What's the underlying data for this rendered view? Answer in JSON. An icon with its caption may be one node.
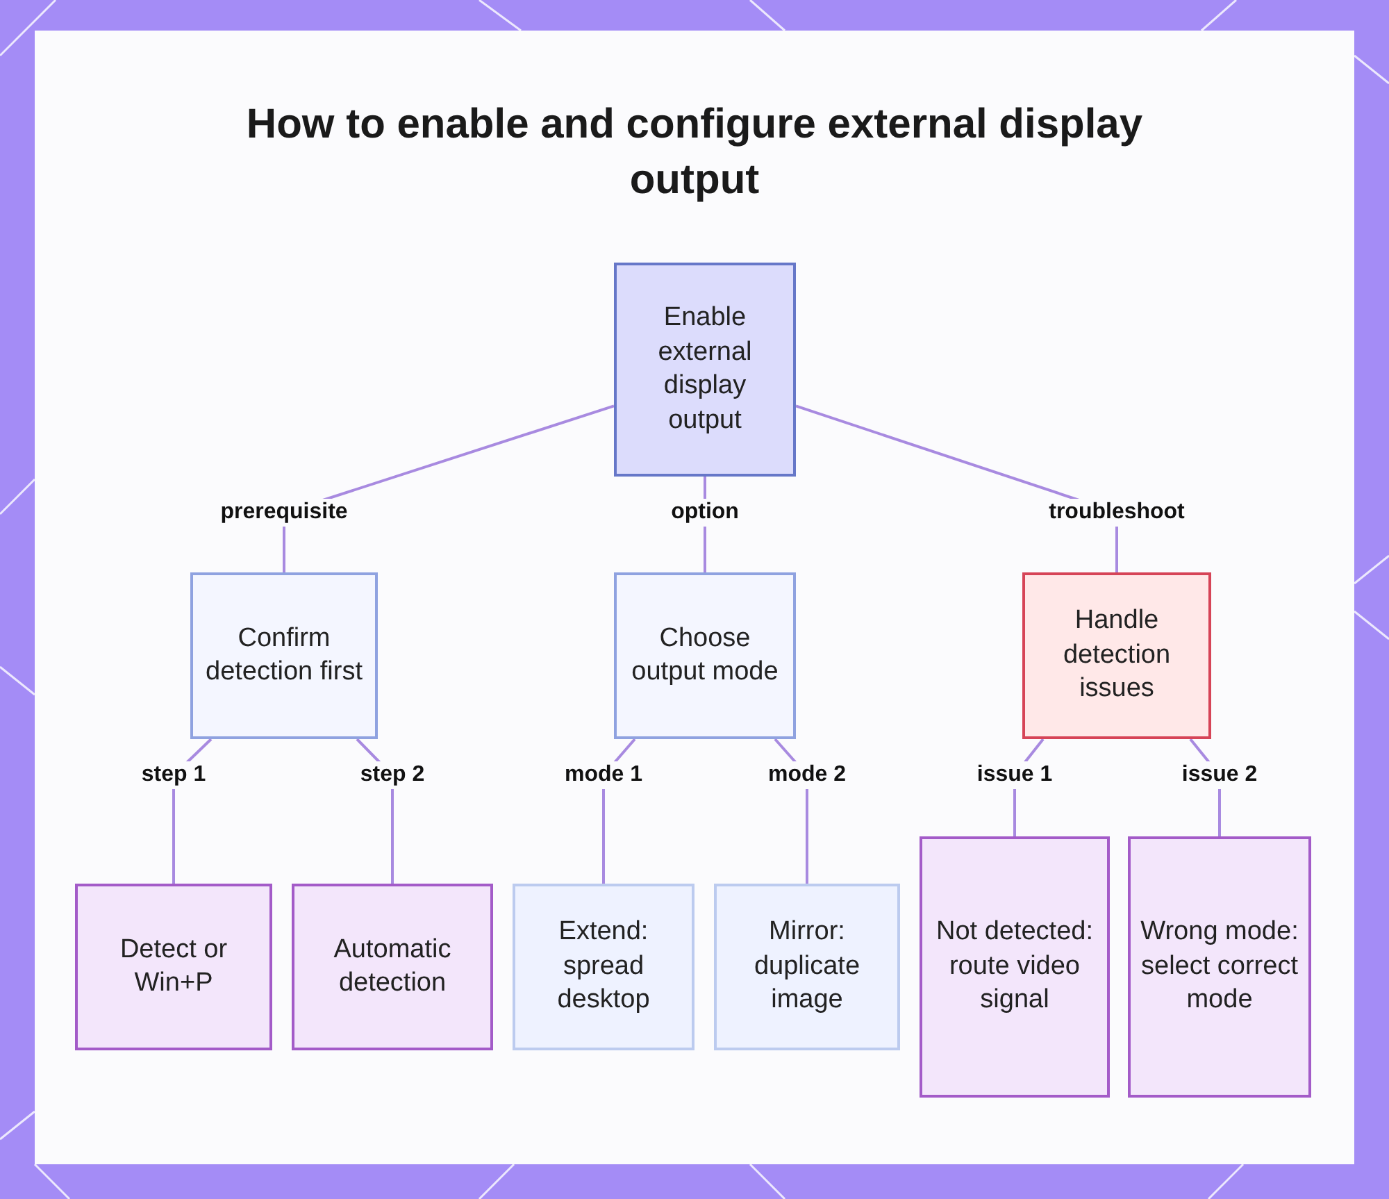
{
  "diagram": {
    "title": "How to enable and configure external display output",
    "nodes": [
      {
        "text": [
          "Enable external display output"
        ]
      },
      {
        "text": [
          "Confirm detection first"
        ]
      },
      {
        "text": [
          "Choose output mode"
        ]
      },
      {
        "text": [
          "Handle detection issues"
        ]
      },
      {
        "text": [
          "Detect or Win+P"
        ]
      },
      {
        "text": [
          "Automatic detection"
        ]
      },
      {
        "text": [
          "Extend: spread desktop"
        ]
      },
      {
        "text": [
          "Mirror: duplicate image"
        ]
      },
      {
        "text": [
          "Not detected: route video signal"
        ]
      },
      {
        "text": [
          "Wrong mode: select correct mode"
        ]
      }
    ],
    "edges": [
      {
        "from": 0,
        "to": 1,
        "arrow": "none",
        "label": "prerequisite"
      },
      {
        "from": 0,
        "to": 2,
        "arrow": "none",
        "label": "option"
      },
      {
        "from": 0,
        "to": 3,
        "arrow": "none",
        "label": "troubleshoot"
      },
      {
        "from": 1,
        "to": 4,
        "arrow": "none",
        "label": "step 1"
      },
      {
        "from": 1,
        "to": 5,
        "arrow": "none",
        "label": "step 2"
      },
      {
        "from": 2,
        "to": 6,
        "arrow": "none",
        "label": "mode 1"
      },
      {
        "from": 2,
        "to": 7,
        "arrow": "none",
        "label": "mode 2"
      },
      {
        "from": 3,
        "to": 8,
        "arrow": "none",
        "label": "issue 1"
      },
      {
        "from": 3,
        "to": 9,
        "arrow": "none",
        "label": "issue 2"
      }
    ]
  }
}
